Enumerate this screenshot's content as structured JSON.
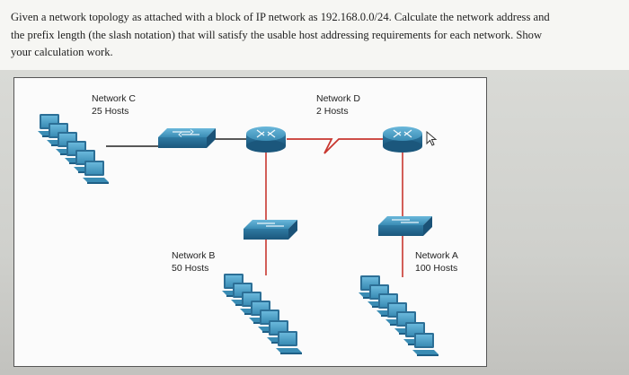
{
  "question": {
    "line1": "Given a network topology as attached with a block of IP network as 192.168.0.0/24. Calculate the network address and",
    "line2": "the prefix length (the slash notation) that will satisfy the usable host addressing requirements for each network.  Show",
    "line3": "your calculation work."
  },
  "networks": {
    "c": {
      "name": "Network C",
      "hosts": "25 Hosts"
    },
    "d": {
      "name": "Network D",
      "hosts": "2 Hosts"
    },
    "b": {
      "name": "Network B",
      "hosts": "50 Hosts"
    },
    "a": {
      "name": "Network A",
      "hosts": "100 Hosts"
    }
  },
  "colors": {
    "device": "#3d8fb5",
    "device_dark": "#1e5f86",
    "link_black": "#222222",
    "link_red": "#c8362f",
    "pc_screen": "#6fb8dc"
  },
  "icons": [
    "pc-group-icon",
    "switch-icon",
    "router-icon",
    "serial-link-icon",
    "mouse-pointer-icon"
  ]
}
